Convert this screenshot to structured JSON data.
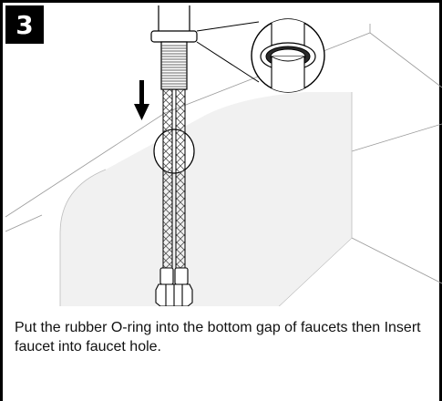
{
  "step": {
    "number": "3"
  },
  "caption": "Put the rubber O-ring into the bottom gap of faucets then Insert faucet into faucet hole.",
  "illustration": {
    "arrow_direction": "down",
    "callout_subject": "rubber O-ring detail",
    "icons": [
      "down-arrow-icon",
      "faucet-illustration",
      "o-ring-detail-icon"
    ]
  },
  "colors": {
    "ink": "#000000",
    "background": "#ffffff",
    "surface_shade": "#f1f1f1"
  }
}
